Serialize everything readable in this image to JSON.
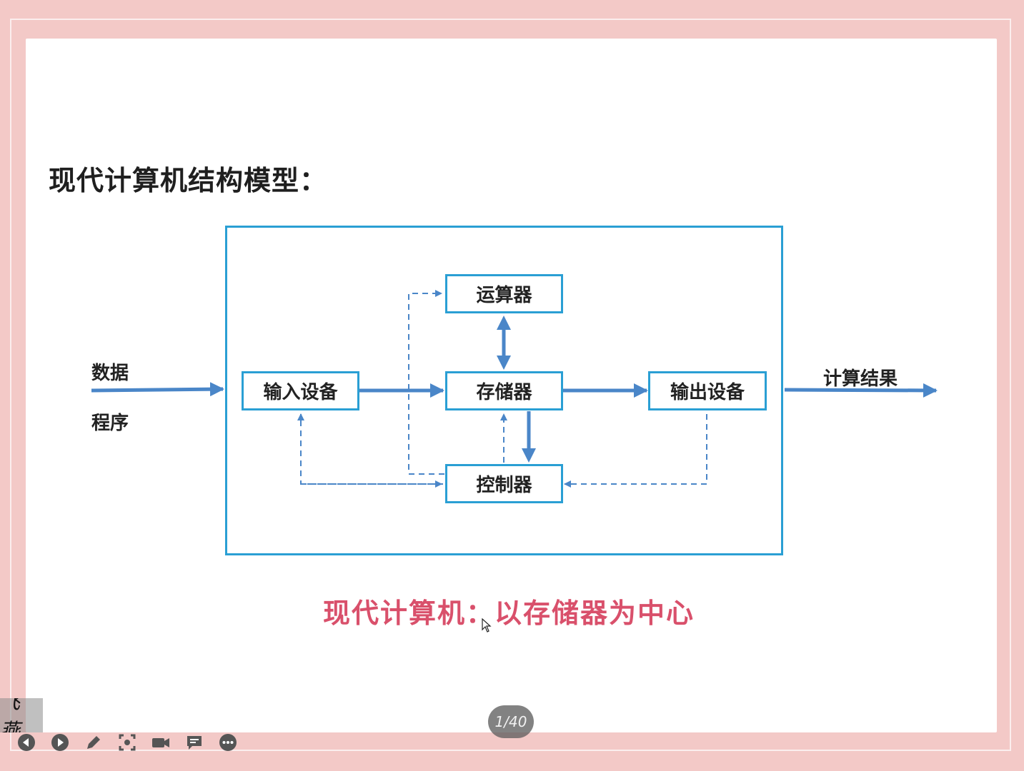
{
  "slide": {
    "title": "现代计算机结构模型：",
    "caption": "现代计算机：以存储器为中心",
    "page_indicator": "1/40",
    "watermark": "飞燕"
  },
  "diagram": {
    "inputs_labels": [
      "数据",
      "程序"
    ],
    "output_label": "计算结果",
    "units": {
      "alu": "运算器",
      "input_device": "输入设备",
      "memory": "存储器",
      "output_device": "输出设备",
      "controller": "控制器"
    }
  },
  "colors": {
    "diagram_blue": "#2a9fd4",
    "arrow_blue": "#4a86c8",
    "caption_pink": "#d9506b",
    "frame_pink": "#f3c9c7"
  },
  "toolbar": {
    "icons": [
      "prev-icon",
      "play-icon",
      "pen-icon",
      "screenshot-icon",
      "camera-icon",
      "chat-icon",
      "more-icon"
    ]
  }
}
